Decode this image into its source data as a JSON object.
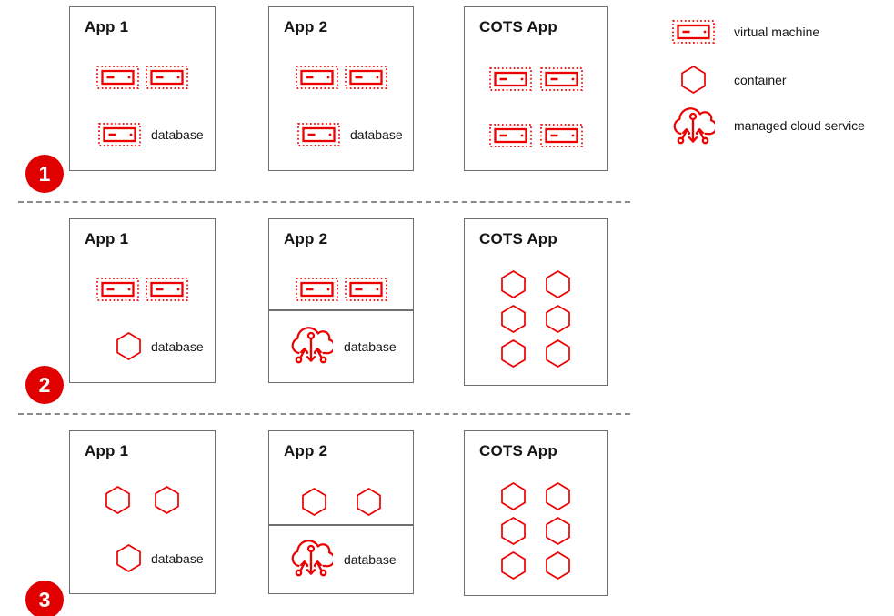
{
  "colors": {
    "icon_red": "#ee0000",
    "badge_red": "#e00000",
    "badge_text": "#ffffff",
    "box_border": "#6f6f6f",
    "divider_gray": "#8a8a8a",
    "text_dark": "#151515"
  },
  "legend": {
    "items": [
      {
        "icon": "vm",
        "label": "virtual machine"
      },
      {
        "icon": "container",
        "label": "container"
      },
      {
        "icon": "cloud",
        "label": "managed cloud service"
      }
    ]
  },
  "stages": [
    {
      "number": "1",
      "apps": [
        {
          "title": "App 1",
          "cluster": [
            "vm",
            "vm"
          ],
          "db": [
            "vm"
          ],
          "db_label": "database"
        },
        {
          "title": "App 2",
          "cluster": [
            "vm",
            "vm"
          ],
          "db": [
            "vm"
          ],
          "db_label": "database"
        },
        {
          "title": "COTS App",
          "grid": [
            "vm",
            "vm",
            "vm",
            "vm"
          ]
        }
      ]
    },
    {
      "number": "2",
      "apps": [
        {
          "title": "App 1",
          "cluster": [
            "vm",
            "vm"
          ],
          "db": [
            "container"
          ],
          "db_label": "database"
        },
        {
          "title": "App 2",
          "cluster": [
            "vm",
            "vm"
          ],
          "db": [
            "cloud"
          ],
          "db_label": "database"
        },
        {
          "title": "COTS App",
          "grid": [
            "container",
            "container",
            "container",
            "container",
            "container",
            "container"
          ]
        }
      ]
    },
    {
      "number": "3",
      "apps": [
        {
          "title": "App 1",
          "cluster": [
            "container",
            "container"
          ],
          "db": [
            "container"
          ],
          "db_label": "database"
        },
        {
          "title": "App 2",
          "cluster": [
            "container",
            "container"
          ],
          "db": [
            "cloud"
          ],
          "db_label": "database"
        },
        {
          "title": "COTS App",
          "grid": [
            "container",
            "container",
            "container",
            "container",
            "container",
            "container"
          ]
        }
      ]
    }
  ]
}
